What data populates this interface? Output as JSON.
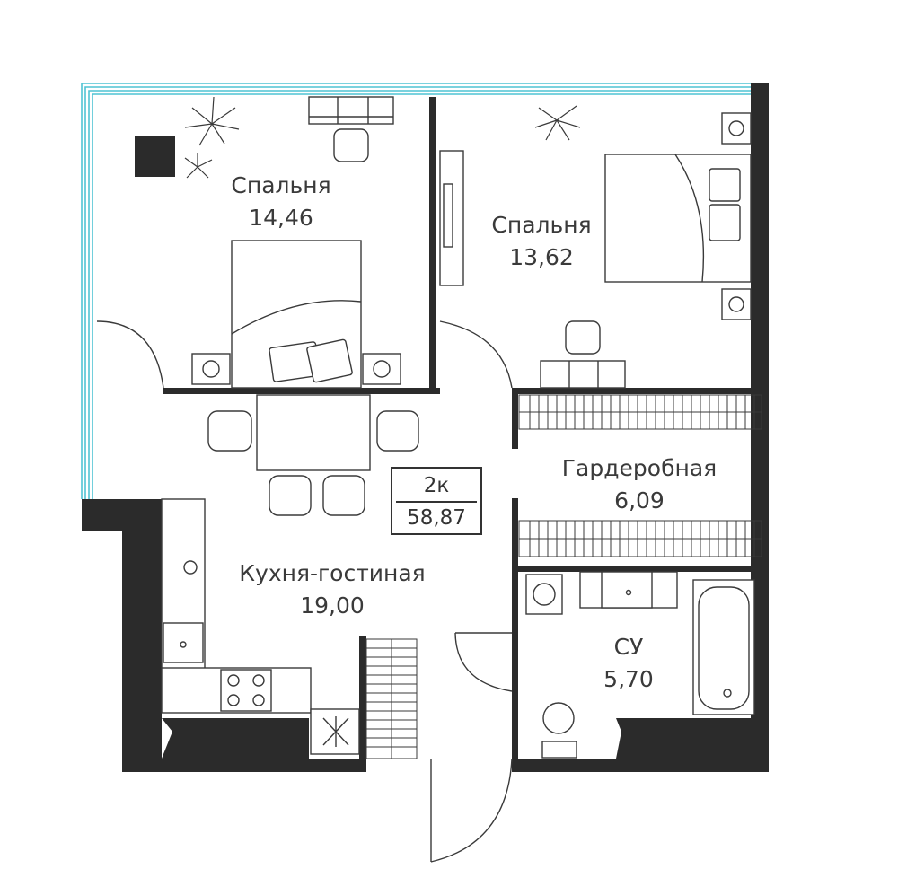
{
  "apartment": {
    "type_label": "2к",
    "total_area": "58,87"
  },
  "rooms": [
    {
      "id": "bedroom-1",
      "name": "Спальня",
      "area": "14,46"
    },
    {
      "id": "bedroom-2",
      "name": "Спальня",
      "area": "13,62"
    },
    {
      "id": "wardrobe",
      "name": "Гардеробная",
      "area": "6,09"
    },
    {
      "id": "kitchen-living",
      "name": "Кухня-гостиная",
      "area": "19,00"
    },
    {
      "id": "bathroom",
      "name": "СУ",
      "area": "5,70"
    }
  ],
  "colors": {
    "wall": "#2b2b2b",
    "line": "#3a3a3a",
    "window": "#4fc3d4",
    "text": "#3a3a3a"
  }
}
